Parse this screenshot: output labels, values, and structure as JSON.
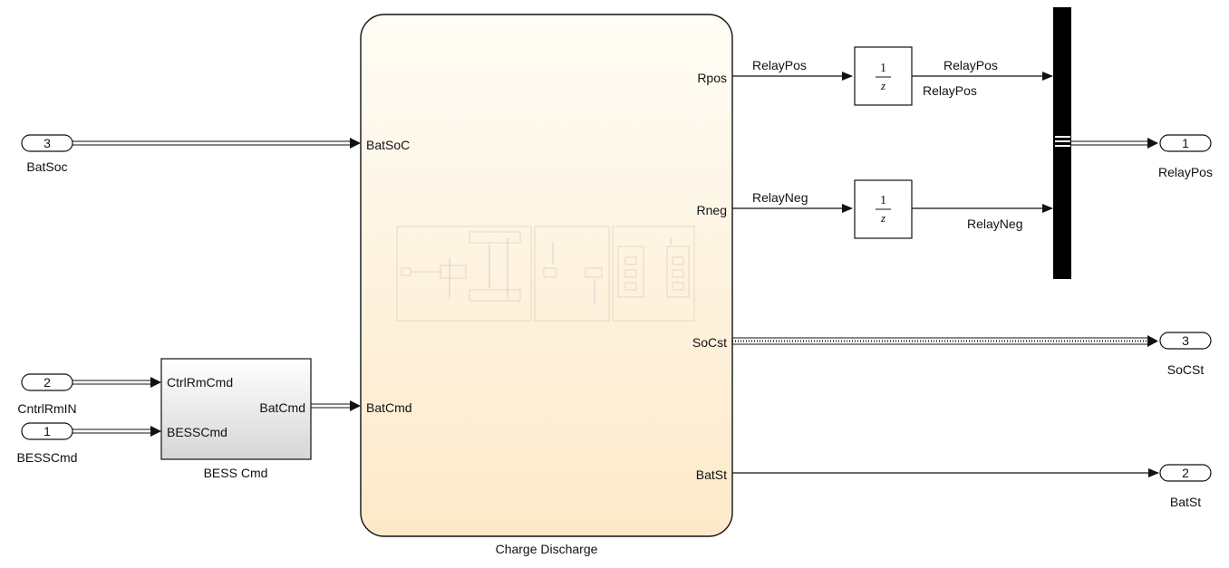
{
  "inports": [
    {
      "number": "3",
      "name": "BatSoc"
    },
    {
      "number": "2",
      "name": "CntrlRmIN"
    },
    {
      "number": "1",
      "name": "BESSCmd"
    }
  ],
  "outports": [
    {
      "number": "1",
      "name": "RelayPos"
    },
    {
      "number": "3",
      "name": "SoCSt"
    },
    {
      "number": "2",
      "name": "BatSt"
    }
  ],
  "bess_block": {
    "name": "BESS Cmd",
    "inputs": [
      "CtrlRmCmd",
      "BESSCmd"
    ],
    "output": "BatCmd"
  },
  "charge_block": {
    "name": "Charge Discharge",
    "inputs": [
      "BatSoC",
      "BatCmd"
    ],
    "outputs": [
      "Rpos",
      "Rneg",
      "SoCst",
      "BatSt"
    ]
  },
  "delay_blocks": [
    {
      "numerator": "1",
      "denominator": "z"
    },
    {
      "numerator": "1",
      "denominator": "z"
    }
  ],
  "signals": {
    "relay_pos_in": "RelayPos",
    "relay_pos_out": "RelayPos",
    "relay_pos_prop": "RelayPos",
    "relay_neg_in": "RelayNeg",
    "relay_neg_out": "RelayNeg"
  },
  "colors": {
    "subsystem_fill_top": "#fffdf6",
    "subsystem_fill_bottom": "#fde9c9",
    "line": "#111111"
  }
}
